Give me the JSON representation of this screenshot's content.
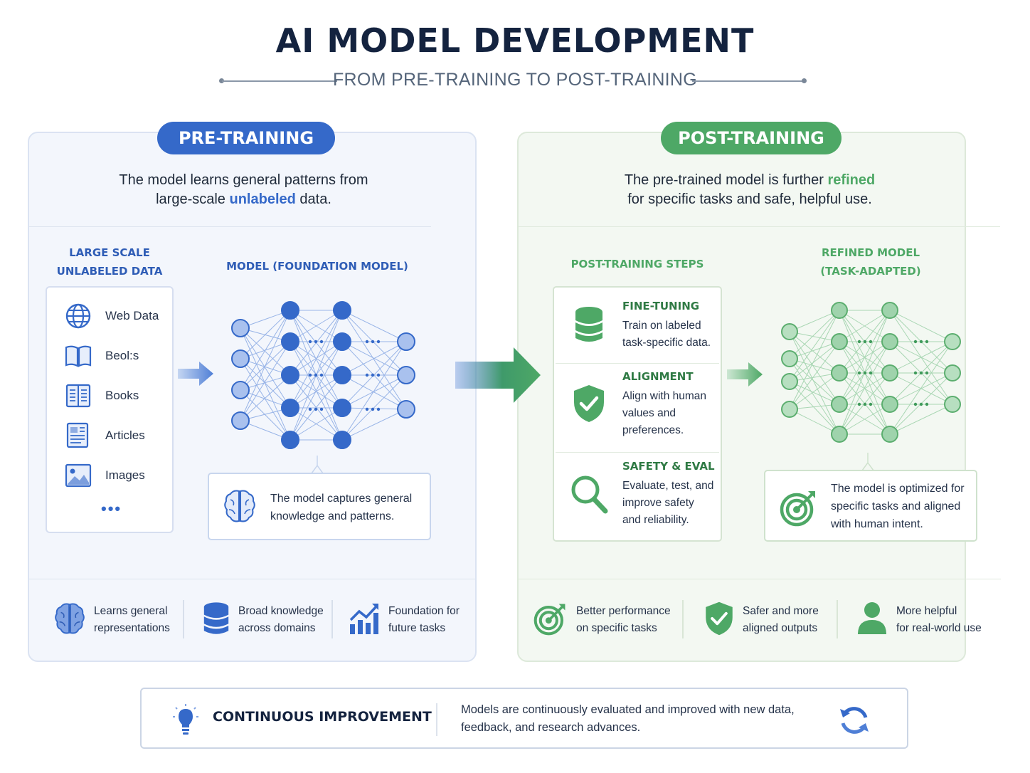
{
  "title": "AI MODEL DEVELOPMENT",
  "subtitle": "FROM PRE-TRAINING TO POST-TRAINING",
  "pre": {
    "label": "PRE-TRAINING",
    "intro_1": "The model learns general patterns from",
    "intro_2a": "large-scale ",
    "intro_2b": "unlabeled",
    "intro_2c": " data.",
    "data_head_1": "LARGE SCALE",
    "data_head_2": "UNLABELED DATA",
    "data_items": [
      {
        "label": "Web Data",
        "icon": "globe-icon"
      },
      {
        "label": "Beol:s",
        "icon": "book-open-icon"
      },
      {
        "label": "Books",
        "icon": "book-icon"
      },
      {
        "label": "Articles",
        "icon": "article-icon"
      },
      {
        "label": "Images",
        "icon": "image-icon"
      }
    ],
    "more": "•••",
    "model_head": "MODEL (FOUNDATION MODEL)",
    "info_1": "The model captures general",
    "info_2": "knowledge and patterns.",
    "benefits": [
      {
        "line1": "Learns general",
        "line2": "representations",
        "icon": "brain-icon"
      },
      {
        "line1": "Broad knowledge",
        "line2": "across domains",
        "icon": "database-icon"
      },
      {
        "line1": "Foundation for",
        "line2": "future tasks",
        "icon": "growth-chart-icon"
      }
    ]
  },
  "post": {
    "label": "POST-TRAINING",
    "intro_1a": "The pre-trained model is further ",
    "intro_1b": "refined",
    "intro_2": "for specific tasks and safe, helpful use.",
    "steps_head": "POST-TRAINING STEPS",
    "steps": [
      {
        "title": "FINE-TUNING",
        "desc1": "Train on labeled",
        "desc2": "task-specific data.",
        "desc3": "",
        "icon": "database-icon"
      },
      {
        "title": "ALIGNMENT",
        "desc1": "Align with human",
        "desc2": "values and",
        "desc3": "preferences.",
        "icon": "shield-check-icon"
      },
      {
        "title": "SAFETY & EVAL",
        "desc1": "Evaluate, test, and",
        "desc2": "improve safety",
        "desc3": "and reliability.",
        "icon": "magnifier-icon"
      }
    ],
    "refined_head_1": "REFINED MODEL",
    "refined_head_2": "(TASK-ADAPTED)",
    "info_1": "The model is optimized for",
    "info_2": "specific tasks and aligned",
    "info_3": "with human intent.",
    "benefits": [
      {
        "line1": "Better performance",
        "line2": "on specific tasks",
        "icon": "target-icon"
      },
      {
        "line1": "Safer and more",
        "line2": "aligned outputs",
        "icon": "shield-check-icon"
      },
      {
        "line1": "More helpful",
        "line2": "for real-world use",
        "icon": "user-icon"
      }
    ]
  },
  "continuous": {
    "title": "CONTINUOUS IMPROVEMENT",
    "text_1": "Models are continuously evaluated and improved with new data,",
    "text_2": "feedback, and research advances."
  },
  "colors": {
    "blue": "#3569c9",
    "green": "#4ea866",
    "navy": "#14233f"
  }
}
